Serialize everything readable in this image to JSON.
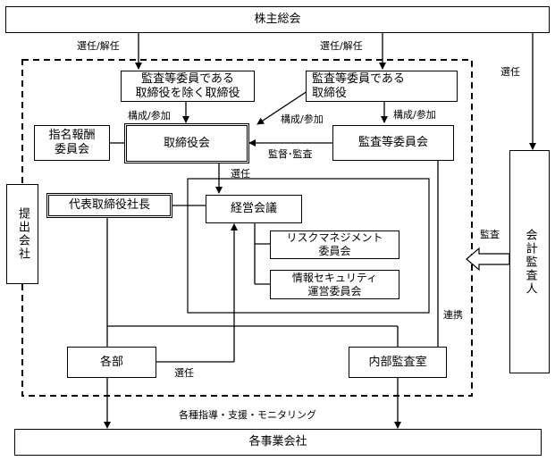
{
  "boxes": {
    "shareholders": "株主総会",
    "director_non_committee_l1": "監査等委員である",
    "director_non_committee_l2": "取締役を除く取締役",
    "director_committee_l1": "監査等委員である",
    "director_committee_l2": "取締役",
    "nomination_committee_l1": "指名報酬",
    "nomination_committee_l2": "委員会",
    "board": "取締役会",
    "audit_committee": "監査等委員会",
    "disclosure": "提出会社",
    "president": "代表取締役社長",
    "management_meeting": "経営会議",
    "risk_committee_l1": "リスクマネジメント",
    "risk_committee_l2": "委員会",
    "infosec_committee_l1": "情報セキュリティ",
    "infosec_committee_l2": "運営委員会",
    "departments": "各部",
    "internal_audit": "内部監査室",
    "accounting_auditor": "会計監査人",
    "group_companies": "各事業会社"
  },
  "labels": {
    "elect_dismiss_left": "選任/解任",
    "elect_dismiss_right": "選任/解任",
    "elect_auditor": "選任",
    "compose_left": "構成/参加",
    "compose_mid": "構成/参加",
    "compose_right": "構成/参加",
    "supervise_audit": "監督･監査",
    "elect_board": "選任",
    "audit": "監査",
    "cooperation": "連携",
    "elect_departments": "選任",
    "guidance": "各種指導・支援・モニタリング"
  }
}
